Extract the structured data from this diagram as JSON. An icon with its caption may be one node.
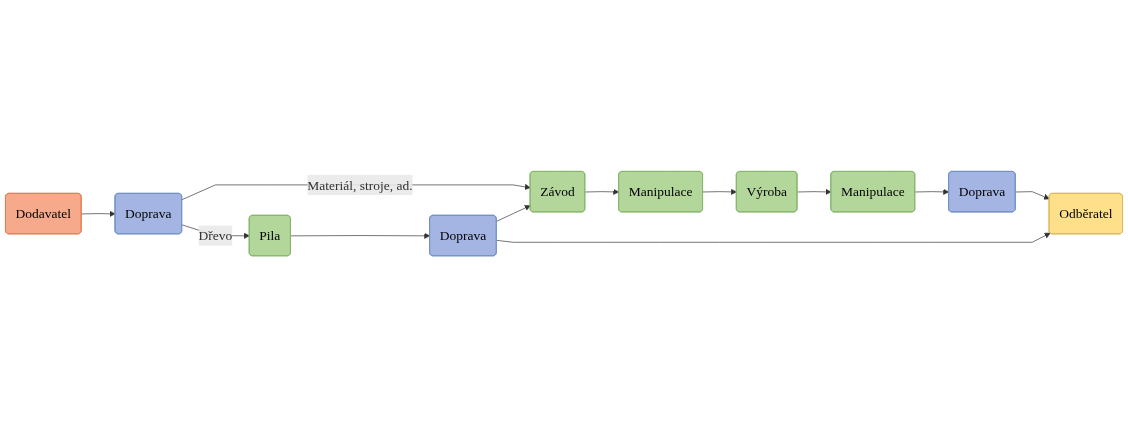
{
  "diagram": {
    "nodes": [
      {
        "text": [
          "Dodavatel"
        ]
      },
      {
        "text": [
          "Doprava"
        ]
      },
      {
        "text": [
          "Závod"
        ]
      },
      {
        "text": [
          "Manipulace"
        ]
      },
      {
        "text": [
          "Výroba"
        ]
      },
      {
        "text": [
          "Manipulace"
        ]
      },
      {
        "text": [
          "Doprava"
        ]
      },
      {
        "text": [
          "Pila"
        ]
      },
      {
        "text": [
          "Doprava"
        ]
      },
      {
        "text": [
          "Odběratel"
        ]
      }
    ],
    "edges": [
      {
        "from": 0,
        "to": 1,
        "arrow": "to"
      },
      {
        "from": 1,
        "to": 2,
        "arrow": "to",
        "label": "Materiál, stroje, ad."
      },
      {
        "from": 2,
        "to": 3,
        "arrow": "to"
      },
      {
        "from": 3,
        "to": 4,
        "arrow": "to"
      },
      {
        "from": 4,
        "to": 5,
        "arrow": "to"
      },
      {
        "from": 5,
        "to": 6,
        "arrow": "to"
      },
      {
        "from": 6,
        "to": 9,
        "arrow": "to"
      },
      {
        "from": 1,
        "to": 7,
        "arrow": "to",
        "label": "Dřevo"
      },
      {
        "from": 7,
        "to": 8,
        "arrow": "to"
      },
      {
        "from": 8,
        "to": 2,
        "arrow": "to"
      },
      {
        "from": 8,
        "to": 9,
        "arrow": "to"
      }
    ]
  }
}
